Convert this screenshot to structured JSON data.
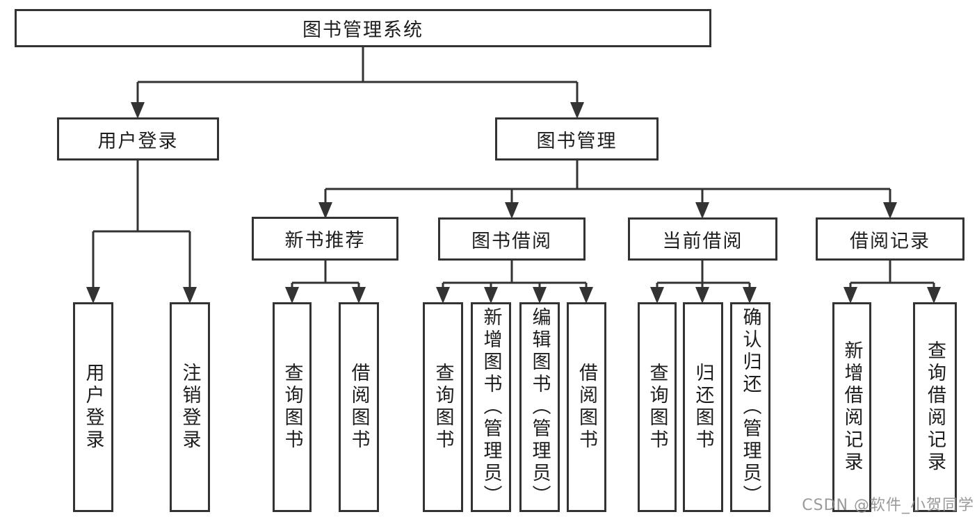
{
  "tree": {
    "root": {
      "label": "图书管理系统"
    },
    "branches": [
      {
        "label": "用户登录",
        "children": [
          {
            "label": "用户登录"
          },
          {
            "label": "注销登录"
          }
        ]
      },
      {
        "label": "图书管理",
        "children": [
          {
            "label": "新书推荐",
            "children": [
              {
                "label": "查询图书"
              },
              {
                "label": "借阅图书"
              }
            ]
          },
          {
            "label": "图书借阅",
            "children": [
              {
                "label": "查询图书"
              },
              {
                "label": "新增图书（管理员）"
              },
              {
                "label": "编辑图书（管理员）"
              },
              {
                "label": "借阅图书"
              }
            ]
          },
          {
            "label": "当前借阅",
            "children": [
              {
                "label": "查询图书"
              },
              {
                "label": "归还图书"
              },
              {
                "label": "确认归还（管理员）"
              }
            ]
          },
          {
            "label": "借阅记录",
            "children": [
              {
                "label": "新增借阅记录"
              },
              {
                "label": "查询借阅记录"
              }
            ]
          }
        ]
      }
    ]
  },
  "watermark": "CSDN @软件_小贺同学",
  "colors": {
    "line": "#333333",
    "text": "#1d1d1d",
    "background": "#ffffff",
    "watermark": "#8c8c8c"
  }
}
